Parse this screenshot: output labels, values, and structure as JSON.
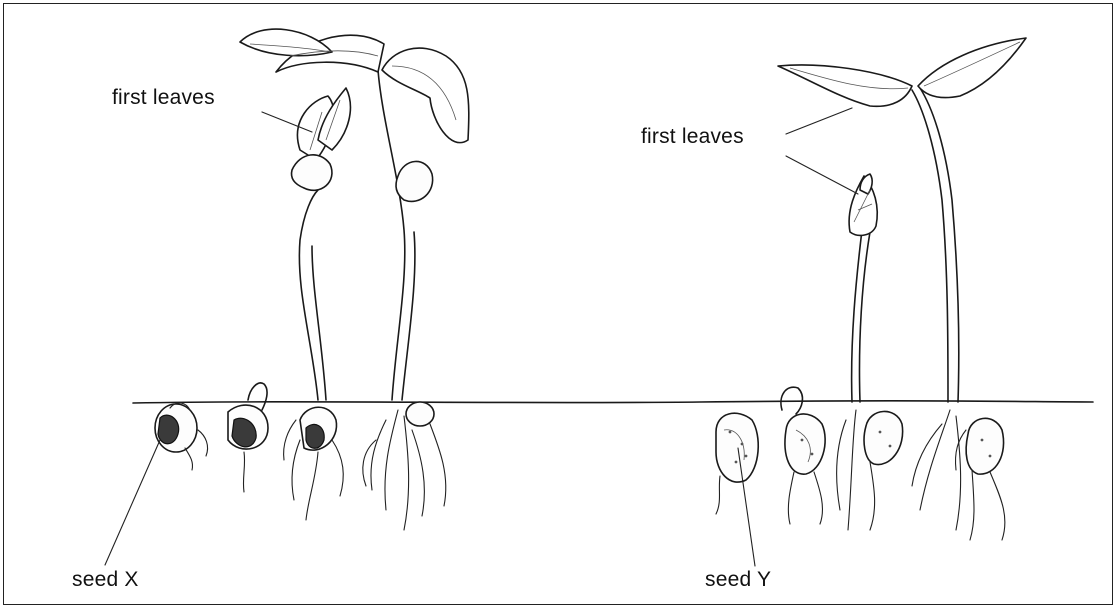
{
  "labels": {
    "first_leaves_left": "first  leaves",
    "first_leaves_right": "first leaves",
    "seed_x": "seed X",
    "seed_y": "seed Y"
  },
  "colors": {
    "ink": "#1a1a1a",
    "background": "#ffffff"
  }
}
